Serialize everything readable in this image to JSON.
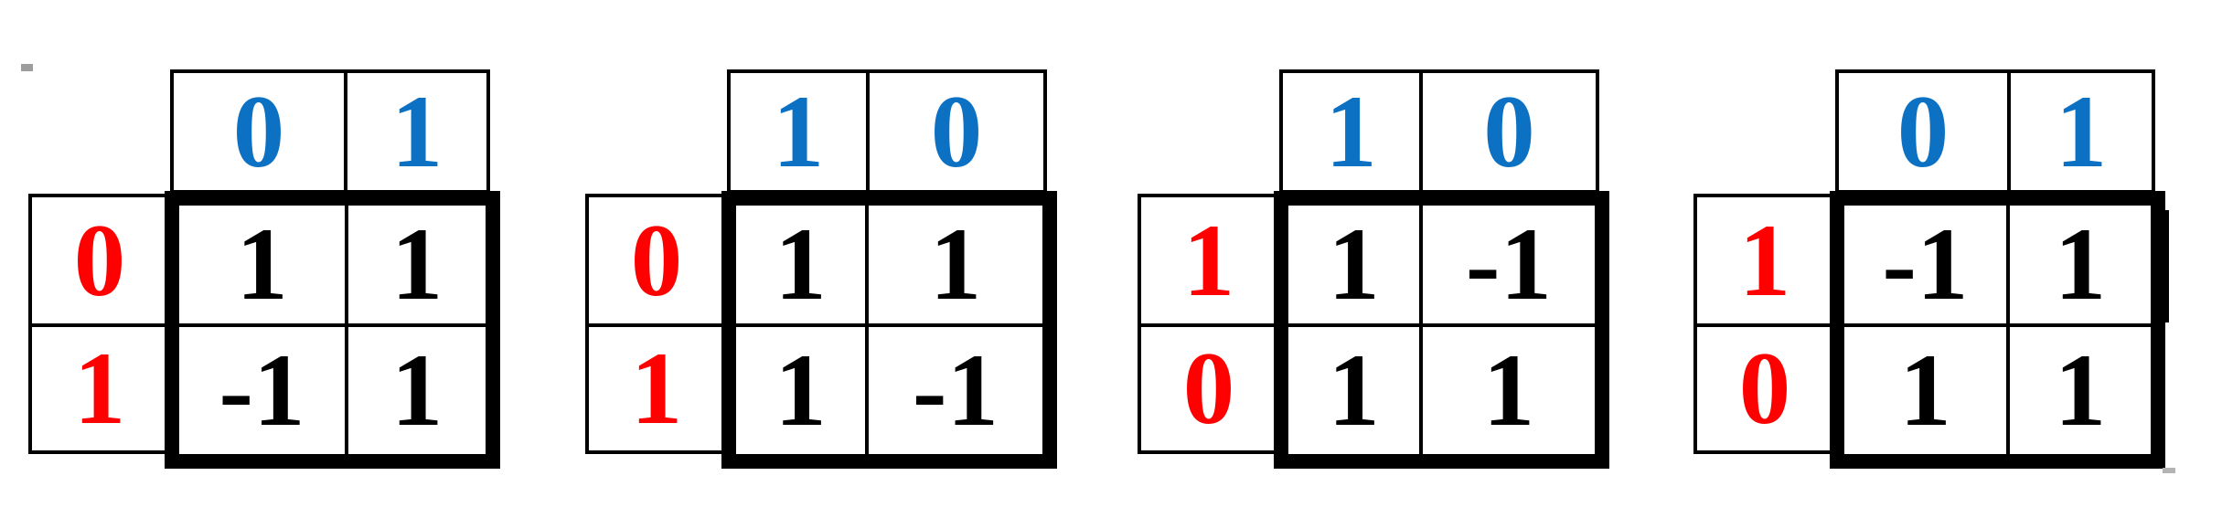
{
  "figure": {
    "description": "Four 2x2 payoff tables with blue column headers, red row headers, and black cell values inside thick-bordered grids",
    "colors": {
      "column_header_text": "#0c71c3",
      "row_header_text": "#ff0000",
      "value_text": "#000000",
      "table_border": "#000000",
      "background": "#ffffff"
    },
    "tables": [
      {
        "col_headers": [
          "0",
          "1"
        ],
        "row_headers": [
          "0",
          "1"
        ],
        "values": [
          [
            "1",
            "1"
          ],
          [
            "-1",
            "1"
          ]
        ]
      },
      {
        "col_headers": [
          "1",
          "0"
        ],
        "row_headers": [
          "0",
          "1"
        ],
        "values": [
          [
            "1",
            "1"
          ],
          [
            "1",
            "-1"
          ]
        ]
      },
      {
        "col_headers": [
          "1",
          "0"
        ],
        "row_headers": [
          "1",
          "0"
        ],
        "values": [
          [
            "1",
            "-1"
          ],
          [
            "1",
            "1"
          ]
        ]
      },
      {
        "col_headers": [
          "0",
          "1"
        ],
        "row_headers": [
          "1",
          "0"
        ],
        "values": [
          [
            "-1",
            "1"
          ],
          [
            "1",
            "1"
          ]
        ]
      }
    ]
  },
  "chart_data": [
    {
      "type": "table",
      "column_labels": [
        "0",
        "1"
      ],
      "row_labels": [
        "0",
        "1"
      ],
      "values": [
        [
          1,
          1
        ],
        [
          -1,
          1
        ]
      ]
    },
    {
      "type": "table",
      "column_labels": [
        "1",
        "0"
      ],
      "row_labels": [
        "0",
        "1"
      ],
      "values": [
        [
          1,
          1
        ],
        [
          1,
          -1
        ]
      ]
    },
    {
      "type": "table",
      "column_labels": [
        "1",
        "0"
      ],
      "row_labels": [
        "1",
        "0"
      ],
      "values": [
        [
          1,
          -1
        ],
        [
          1,
          1
        ]
      ]
    },
    {
      "type": "table",
      "column_labels": [
        "0",
        "1"
      ],
      "row_labels": [
        "1",
        "0"
      ],
      "values": [
        [
          -1,
          1
        ],
        [
          1,
          1
        ]
      ]
    }
  ]
}
